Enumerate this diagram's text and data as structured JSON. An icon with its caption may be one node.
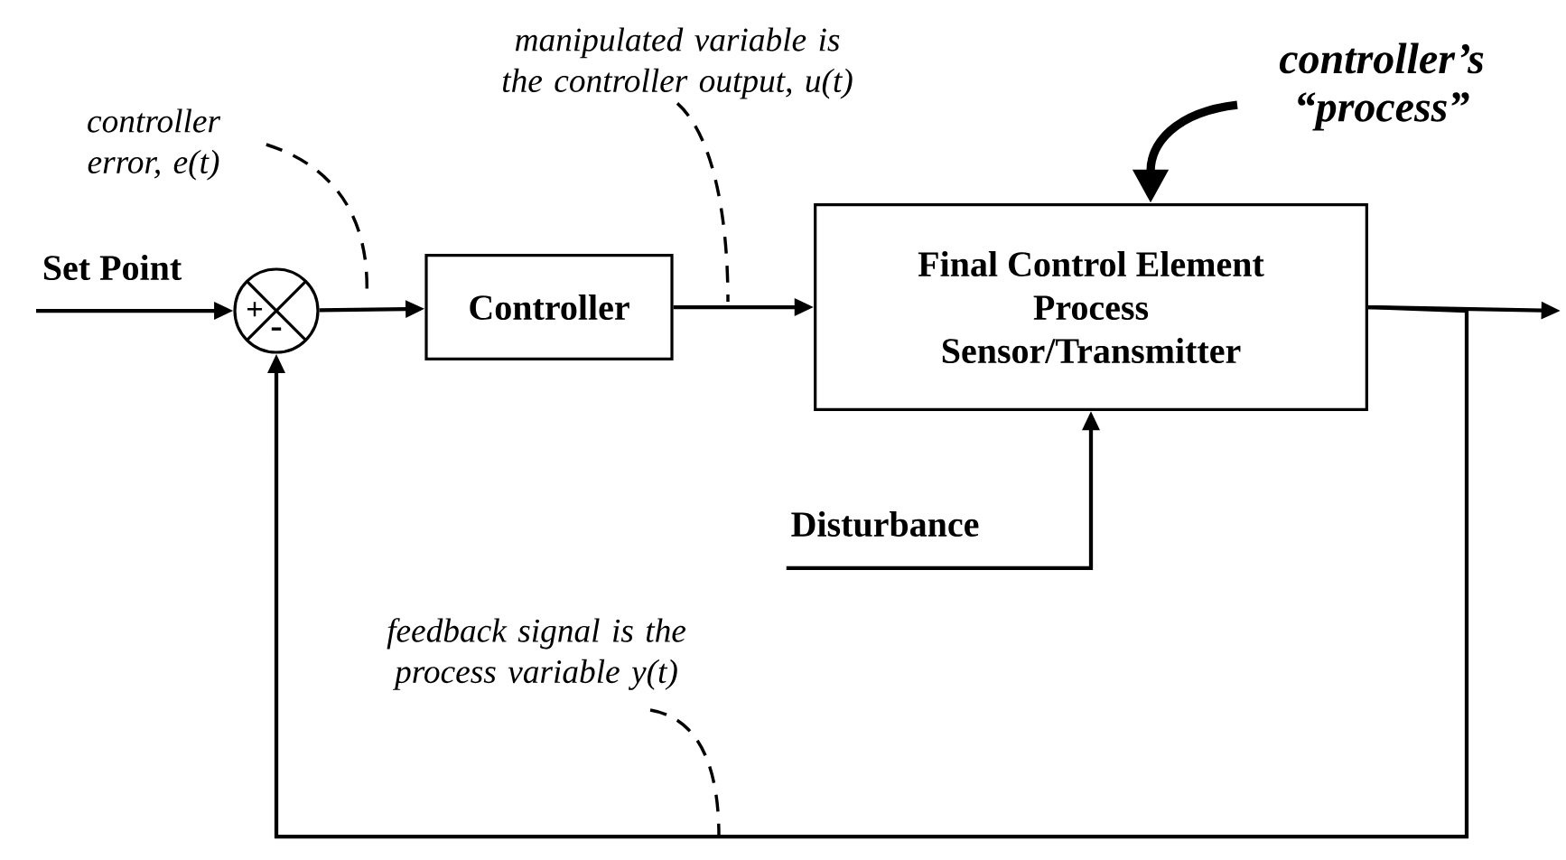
{
  "diagram": {
    "nodes": [
      {
        "text": [
          "+",
          "-"
        ]
      },
      {
        "text": [
          "Controller"
        ]
      },
      {
        "text": [
          "Final Control Element",
          "Process",
          "Sensor/Transmitter"
        ]
      },
      {
        "text": [
          "Disturbance"
        ]
      },
      {
        "text": [
          "controller error, e(t)"
        ]
      },
      {
        "text": [
          "manipulated variable is the controller output, u(t)"
        ]
      },
      {
        "text": [
          "controller’s “process”"
        ]
      },
      {
        "text": [
          "feedback signal is the process variable y(t)"
        ]
      }
    ],
    "edges": [
      {
        "from": null,
        "to": 0,
        "arrow": "to",
        "label": "Set Point"
      },
      {
        "from": 0,
        "to": 1,
        "arrow": "to"
      },
      {
        "from": 1,
        "to": 2,
        "arrow": "to"
      },
      {
        "from": 2,
        "to": null,
        "arrow": "to"
      },
      {
        "from": 2,
        "to": 0,
        "arrow": "to"
      },
      {
        "from": 3,
        "to": 2,
        "arrow": "to"
      },
      {
        "from": 4,
        "to": null,
        "arrow": "none",
        "style": "dashed"
      },
      {
        "from": 5,
        "to": null,
        "arrow": "none",
        "style": "dashed"
      },
      {
        "from": 6,
        "to": 2,
        "arrow": "to",
        "style": "thick"
      },
      {
        "from": 7,
        "to": null,
        "arrow": "none",
        "style": "dashed"
      }
    ]
  }
}
